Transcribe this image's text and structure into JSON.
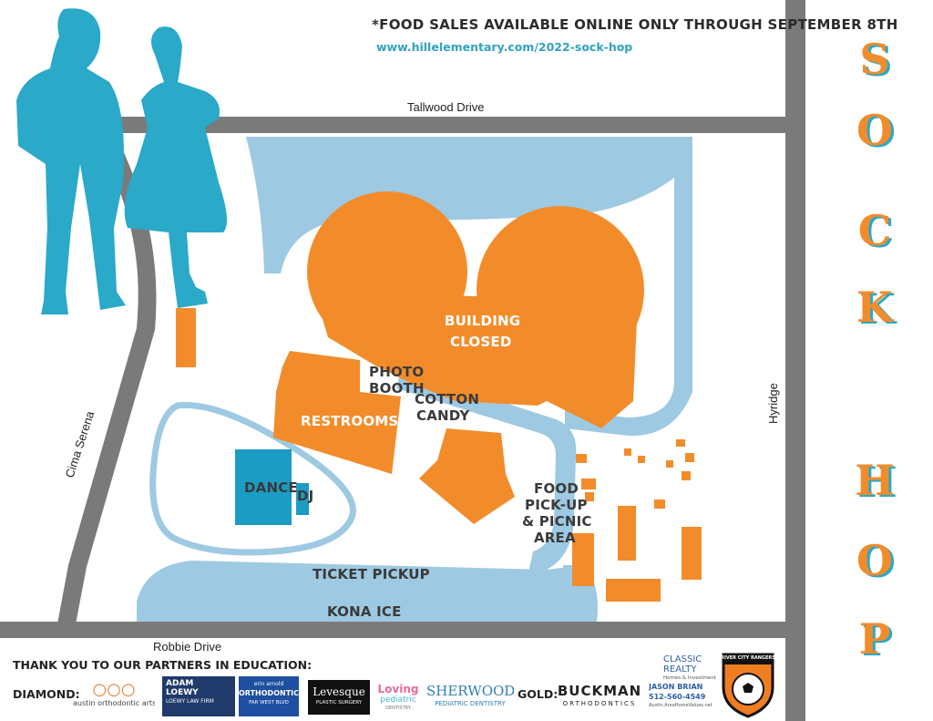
{
  "notice": {
    "food_sales": "*FOOD SALES AVAILABLE ONLINE ONLY THROUGH SEPTEMBER 8TH",
    "url": "www.hillelementary.com/2022-sock-hop"
  },
  "title": {
    "word1": [
      "S",
      "O",
      "C",
      "K"
    ],
    "word2": [
      "H",
      "O",
      "P"
    ]
  },
  "streets": {
    "top": "Tallwood Drive",
    "bottom": "Robbie Drive",
    "left": "Cima Serena",
    "right": "Hyridge"
  },
  "locations": {
    "building": [
      "BUILDING",
      "CLOSED"
    ],
    "photo_booth": [
      "PHOTO",
      "BOOTH"
    ],
    "cotton_candy": [
      "COTTON",
      "CANDY"
    ],
    "restrooms": "RESTROOMS",
    "dance": "DANCE",
    "dj": "DJ",
    "food": [
      "FOOD",
      "PICK-UP",
      "& PICNIC",
      "AREA"
    ],
    "ticket_pickup": "TICKET PICKUP",
    "kona_ice": "KONA ICE"
  },
  "sponsors": {
    "thanks": "THANK YOU TO OUR PARTNERS IN EDUCATION:",
    "diamond_label": "DIAMOND:",
    "gold_label": "GOLD:",
    "diamond": {
      "austin_ortho": "austin orthodontic arts",
      "adam_loewy": [
        "ADAM",
        "LOEWY",
        "LOEWY LAW FIRM"
      ],
      "erin_arnold": [
        "erin arnold",
        "ORTHODONTICS",
        "FAR WEST BLVD"
      ],
      "levesque": [
        "Levesque",
        "PLASTIC SURGERY"
      ],
      "loving": [
        "Loving",
        "pediatric",
        "DENTISTRY"
      ],
      "sherwood": [
        "SHERWOOD",
        "PEDIATRIC DENTISTRY"
      ]
    },
    "gold": {
      "buckman": [
        "BUCKMAN",
        "ORTHODONTICS"
      ],
      "classic_realty": [
        "CLASSIC",
        "REALTY",
        "Homes & Investments",
        "JASON BRIAN",
        "512-560-4549",
        "Austin.AreaHomeValues.net"
      ],
      "river_city": "RIVER CITY RANGERS"
    }
  },
  "colors": {
    "orange": "#f28c2b",
    "light_blue": "#9ec9e2",
    "teal": "#2aa9c9",
    "dance_blue": "#1b9cc4",
    "road_gray": "#7a7a7a"
  }
}
